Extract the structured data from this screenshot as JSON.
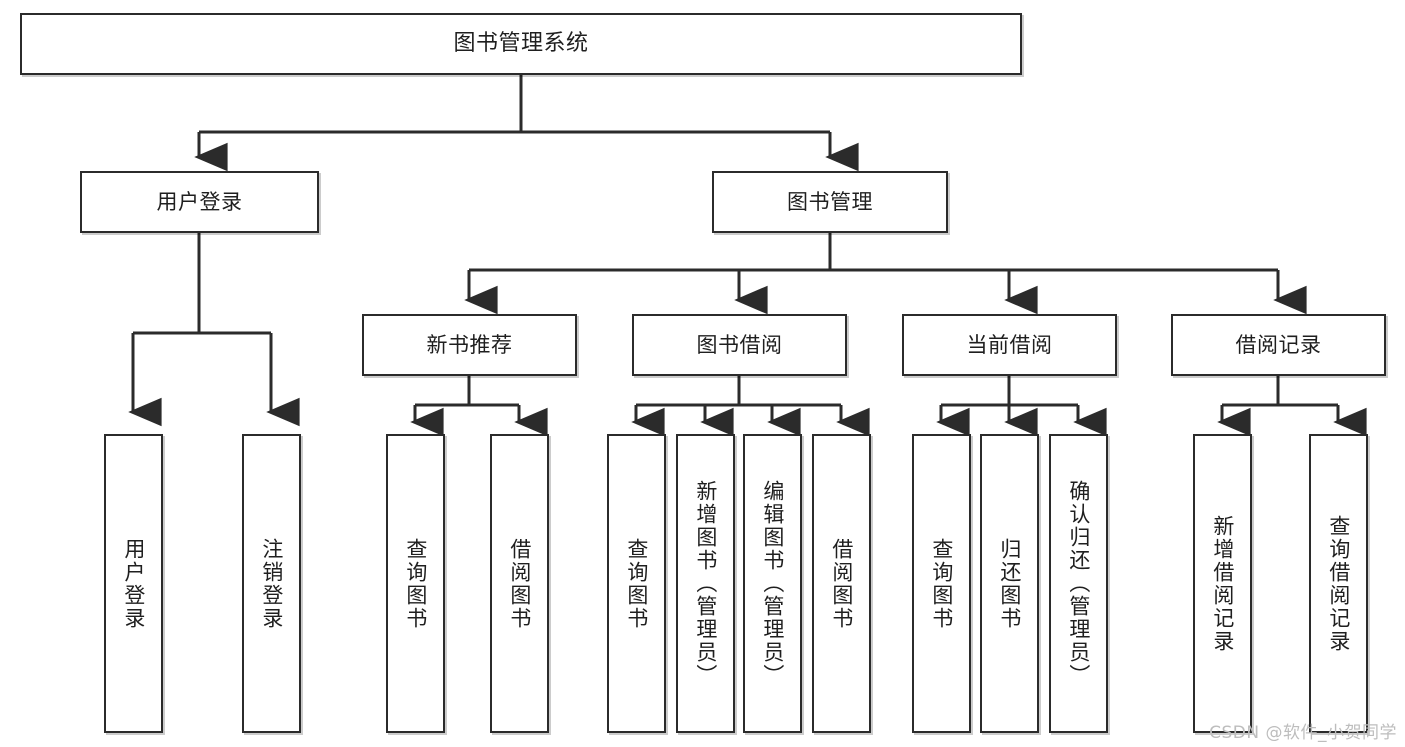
{
  "diagram": {
    "title": "图书管理系统",
    "type": "tree-hierarchy",
    "watermark": "CSDN @软件_小贺同学",
    "colors": {
      "stroke": "#2b2b2b",
      "fill": "#ffffff",
      "text": "#1f1f1f",
      "watermark": "#bdbdbd"
    },
    "nodes": {
      "root": {
        "label": "图书管理系统",
        "orientation": "horizontal"
      },
      "level2": [
        {
          "id": "user-login",
          "label": "用户登录",
          "orientation": "horizontal"
        },
        {
          "id": "book-manage",
          "label": "图书管理",
          "orientation": "horizontal"
        }
      ],
      "level3": [
        {
          "id": "new-book-rec",
          "label": "新书推荐",
          "orientation": "horizontal"
        },
        {
          "id": "book-borrow",
          "label": "图书借阅",
          "orientation": "horizontal"
        },
        {
          "id": "current-borrow",
          "label": "当前借阅",
          "orientation": "horizontal"
        },
        {
          "id": "borrow-record",
          "label": "借阅记录",
          "orientation": "horizontal"
        }
      ],
      "leaves": {
        "user-login": [
          {
            "id": "leaf-user-login",
            "label": "用户登录",
            "orientation": "vertical"
          },
          {
            "id": "leaf-logout",
            "label": "注销登录",
            "orientation": "vertical"
          }
        ],
        "new-book-rec": [
          {
            "id": "leaf-query-book-1",
            "label": "查询图书",
            "orientation": "vertical"
          },
          {
            "id": "leaf-borrow-book-1",
            "label": "借阅图书",
            "orientation": "vertical"
          }
        ],
        "book-borrow": [
          {
            "id": "leaf-query-book-2",
            "label": "查询图书",
            "orientation": "vertical"
          },
          {
            "id": "leaf-add-book",
            "label": "新增图书（管理员）",
            "orientation": "vertical"
          },
          {
            "id": "leaf-edit-book",
            "label": "编辑图书（管理员）",
            "orientation": "vertical"
          },
          {
            "id": "leaf-borrow-book-2",
            "label": "借阅图书",
            "orientation": "vertical"
          }
        ],
        "current-borrow": [
          {
            "id": "leaf-query-book-3",
            "label": "查询图书",
            "orientation": "vertical"
          },
          {
            "id": "leaf-return-book",
            "label": "归还图书",
            "orientation": "vertical"
          },
          {
            "id": "leaf-confirm-return",
            "label": "确认归还（管理员）",
            "orientation": "vertical"
          }
        ],
        "borrow-record": [
          {
            "id": "leaf-add-record",
            "label": "新增借阅记录",
            "orientation": "vertical"
          },
          {
            "id": "leaf-query-record",
            "label": "查询借阅记录",
            "orientation": "vertical"
          }
        ]
      }
    }
  }
}
